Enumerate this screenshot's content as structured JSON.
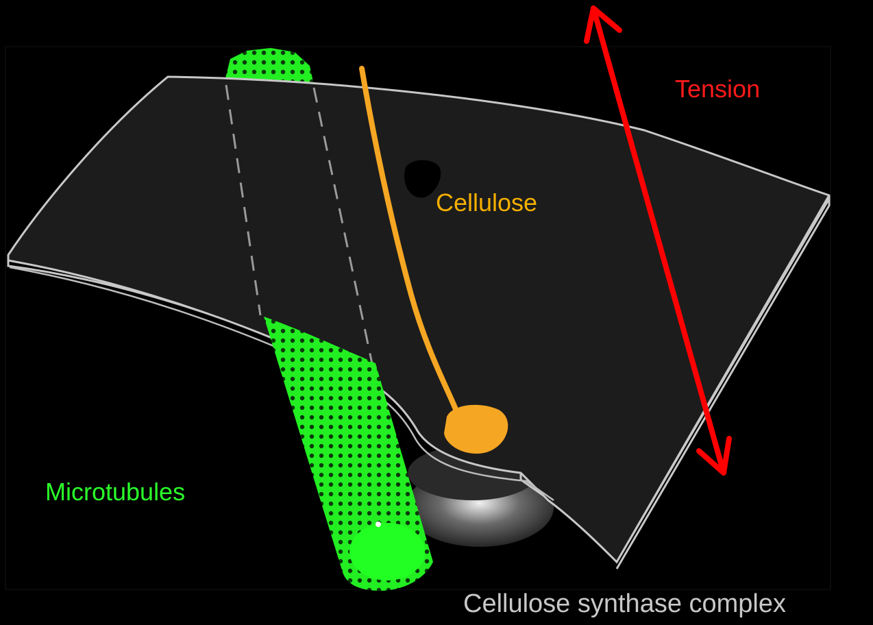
{
  "labels": {
    "tension": "Tension",
    "cellulose": "Cellulose",
    "microtubules": "Microtubules",
    "cellulose_synthase_complex": "Cellulose synthase complex"
  },
  "colors": {
    "background": "#000000",
    "membrane_fill": "#1c1c1c",
    "membrane_edge": "#c8c8c8",
    "microtubules": "#22ee22",
    "cellulose": "#f5a623",
    "tension_arrow": "#ff0000",
    "synthase_complex": "#8a8a8a",
    "tension_label": "#ff1a1a",
    "cellulose_label": "#f5b000",
    "microtubules_label": "#2bff2b",
    "complex_label": "#c8c8c8"
  }
}
